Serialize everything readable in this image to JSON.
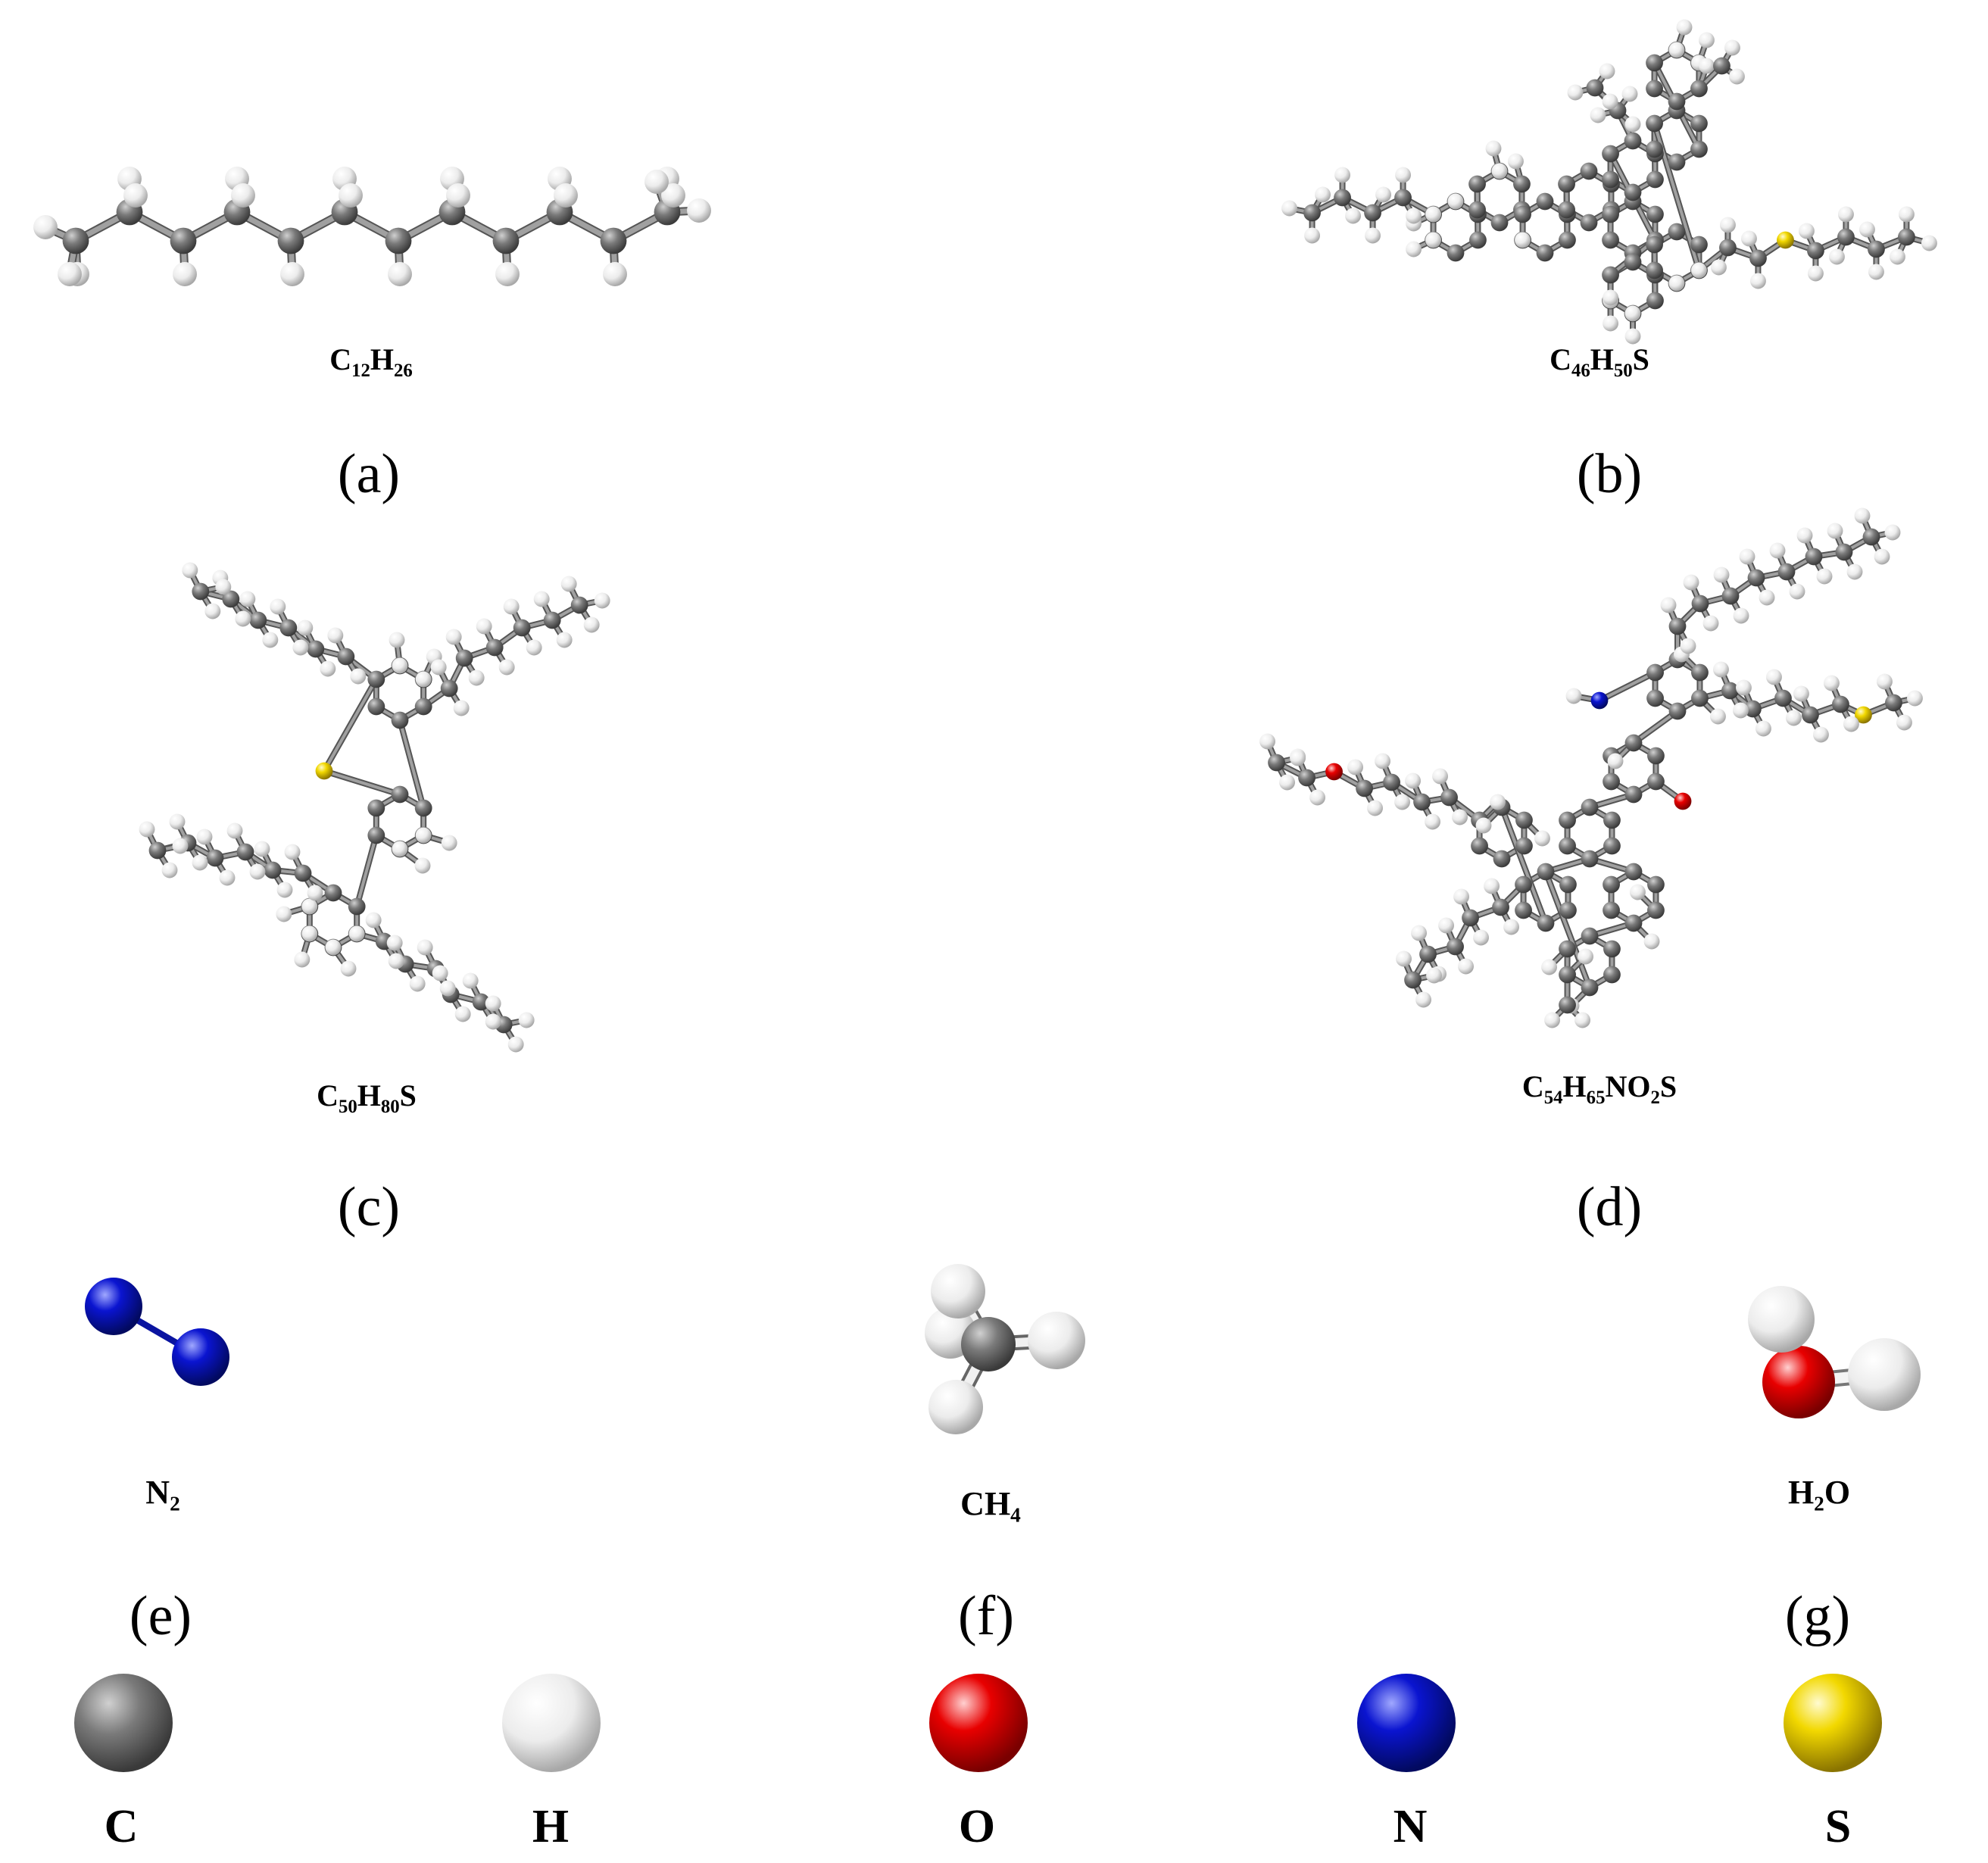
{
  "molecules": [
    {
      "id": "a",
      "formula_parts": [
        [
          "C",
          ""
        ],
        [
          "12",
          "sub"
        ],
        [
          "H",
          ""
        ],
        [
          "26",
          "sub"
        ]
      ],
      "panel": "(a)"
    },
    {
      "id": "b",
      "formula_parts": [
        [
          "C",
          ""
        ],
        [
          "46",
          "sub"
        ],
        [
          "H",
          ""
        ],
        [
          "50",
          "sub"
        ],
        [
          "S",
          ""
        ]
      ],
      "panel": "(b)"
    },
    {
      "id": "c",
      "formula_parts": [
        [
          "C",
          ""
        ],
        [
          "50",
          "sub"
        ],
        [
          "H",
          ""
        ],
        [
          "80",
          "sub"
        ],
        [
          "S",
          ""
        ]
      ],
      "panel": "(c)"
    },
    {
      "id": "d",
      "formula_parts": [
        [
          "C",
          ""
        ],
        [
          "54",
          "sub"
        ],
        [
          "H",
          ""
        ],
        [
          "65",
          "sub"
        ],
        [
          "NO",
          ""
        ],
        [
          "2",
          "sub"
        ],
        [
          "S",
          ""
        ]
      ],
      "panel": "(d)"
    },
    {
      "id": "e",
      "formula_parts": [
        [
          "N",
          ""
        ],
        [
          "2",
          "sub"
        ]
      ],
      "panel": "(e)"
    },
    {
      "id": "f",
      "formula_parts": [
        [
          "CH",
          ""
        ],
        [
          "4",
          "sub"
        ]
      ],
      "panel": "(f)"
    },
    {
      "id": "g",
      "formula_parts": [
        [
          "H",
          ""
        ],
        [
          "2",
          "sub"
        ],
        [
          "O",
          ""
        ]
      ],
      "panel": "(g)"
    }
  ],
  "legend": [
    {
      "symbol": "C",
      "color": "#6b6b6b"
    },
    {
      "symbol": "H",
      "color": "#e8e8e8"
    },
    {
      "symbol": "O",
      "color": "#e00000"
    },
    {
      "symbol": "N",
      "color": "#0a14c8"
    },
    {
      "symbol": "S",
      "color": "#f0d000"
    }
  ],
  "colors": {
    "carbon": "#6b6b6b",
    "hydrogen": "#e8e8e8",
    "oxygen": "#e00000",
    "nitrogen": "#0a14c8",
    "sulfur": "#f0d000",
    "bond": "#7a7a7a"
  }
}
